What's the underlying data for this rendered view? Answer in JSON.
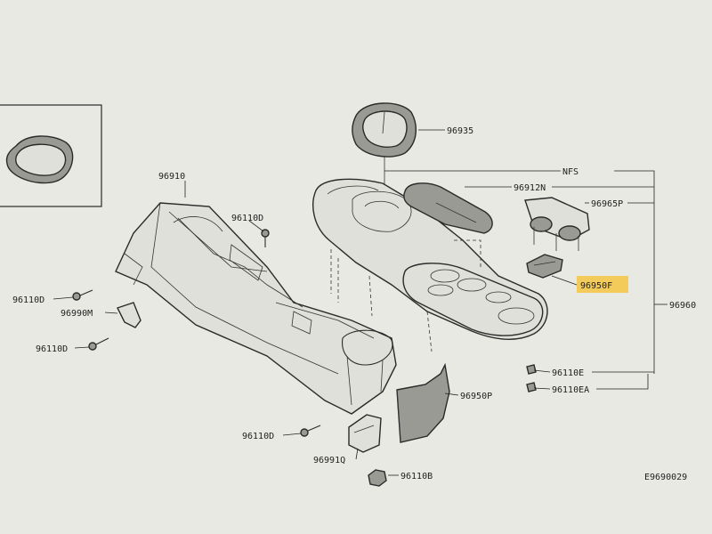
{
  "diagram": {
    "drawing_code": "E9690029",
    "highlight_color": "#f5c542",
    "callouts": {
      "shift_boot": "96935",
      "nfs": "NFS",
      "armrest_lid": "96912N",
      "cup_holder": "96965P",
      "highlighted_tray": "96950F",
      "console_assembly": "96960",
      "clip_e": "96110E",
      "clip_ea": "96110EA",
      "rear_cover": "96950P",
      "console_base": "96910",
      "screw_top": "96110D",
      "screw_left_upper": "96110D",
      "bracket_m": "96990M",
      "screw_left_lower": "96110D",
      "screw_bottom": "96110D",
      "bracket_q": "96991Q",
      "nut": "96110B"
    }
  }
}
